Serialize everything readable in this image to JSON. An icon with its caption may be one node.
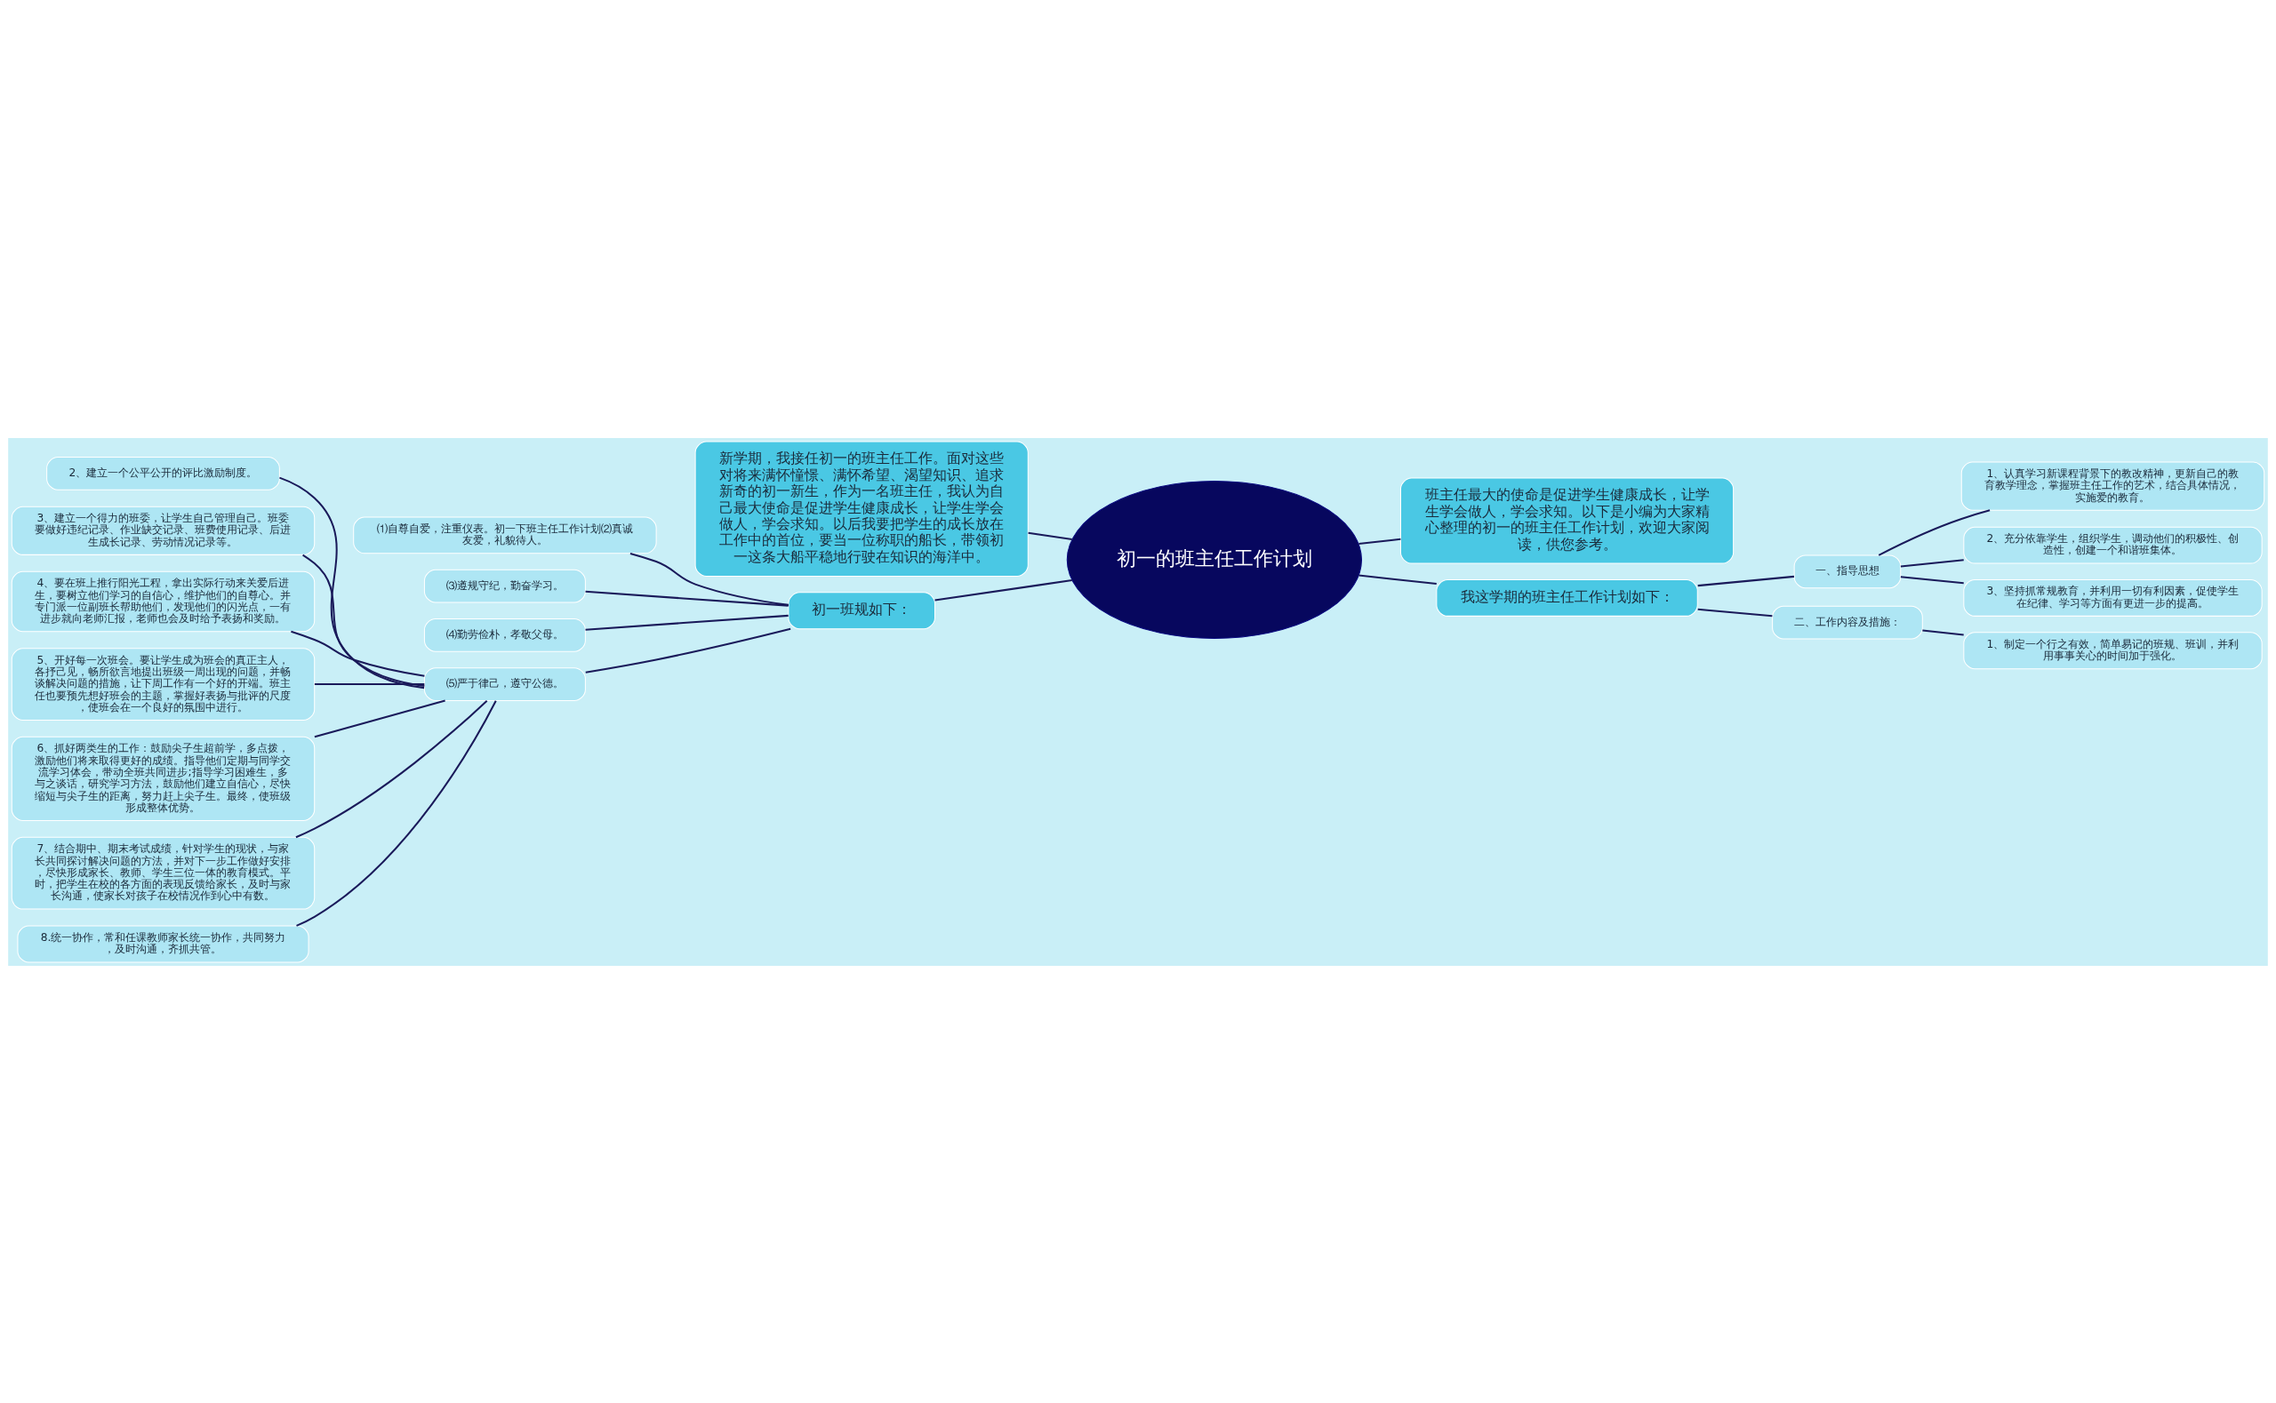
{
  "diagram": {
    "nodes": [
      {
        "text": [
          "初一的班主任工作计划"
        ]
      },
      {
        "text": [
          "新学期，我接任初一的班主任工作。面对这些对将来满怀憧憬、满怀希望、渴望知识、追求新奇的初一新生，作为一名班主任，我认为自己最大使命是促进学生健康成长，让学生学会做人，学会求知。以后我要把学生的成长放在工作中的首位，要当一位称职的船长，带领初一这条大船平稳地行驶在知识的海洋中。"
        ]
      },
      {
        "text": [
          "初一班规如下："
        ]
      },
      {
        "text": [
          "⑴自尊自爱，注重仪表。初一下班主任工作计划⑵真诚友爱，礼貌待人。"
        ]
      },
      {
        "text": [
          "⑶遵规守纪，勤奋学习。"
        ]
      },
      {
        "text": [
          "⑷勤劳俭朴，孝敬父母。"
        ]
      },
      {
        "text": [
          "⑸严于律己，遵守公德。"
        ]
      },
      {
        "text": [
          "2、建立一个公平公开的评比激励制度。"
        ]
      },
      {
        "text": [
          "3、建立一个得力的班委，让学生自己管理自己。班委要做好违纪记录、作业缺交记录、班费使用记录、后进生成长记录、劳动情况记录等。"
        ]
      },
      {
        "text": [
          "4、要在班上推行阳光工程，拿出实际行动来关爱后进生，要树立他们学习的自信心，维护他们的自尊心。并专门派一位副班长帮助他们，发现他们的闪光点，一有进步就向老师汇报，老师也会及时给予表扬和奖励。"
        ]
      },
      {
        "text": [
          "5、开好每一次班会。要让学生成为班会的真正主人，各抒己见，畅所欲言地提出班级一周出现的问题，并畅谈解决问题的措施，让下周工作有一个好的开端。班主任也要预先想好班会的主题，掌握好表扬与批评的尺度，使班会在一个良好的氛围中进行。"
        ]
      },
      {
        "text": [
          "6、抓好两类生的工作：鼓励尖子生超前学，多点拨，激励他们将来取得更好的成绩。指导他们定期与同学交流学习体会，带动全班共同进步;指导学习困难生，多与之谈话，研究学习方法，鼓励他们建立自信心，尽快缩短与尖子生的距离，努力赶上尖子生。最终，使班级形成整体优势。"
        ]
      },
      {
        "text": [
          "7、结合期中、期末考试成绩，针对学生的现状，与家长共同探讨解决问题的方法，并对下一步工作做好安排，尽快形成家长、教师、学生三位一体的教育模式。平时，把学生在校的各方面的表现反馈给家长，及时与家长沟通，使家长对孩子在校情况作到心中有数。"
        ]
      },
      {
        "text": [
          "8.统一协作，常和任课教师家长统一协作，共同努力，及时沟通，齐抓共管。"
        ]
      },
      {
        "text": [
          "班主任最大的使命是促进学生健康成长，让学生学会做人，学会求知。以下是小编为大家精心整理的初一的班主任工作计划，欢迎大家阅读，供您参考。"
        ]
      },
      {
        "text": [
          "我这学期的班主任工作计划如下："
        ]
      },
      {
        "text": [
          "一、指导思想"
        ]
      },
      {
        "text": [
          "1、认真学习新课程背景下的教改精神，更新自己的教育教学理念，掌握班主任工作的艺术，结合具体情况，实施爱的教育。"
        ]
      },
      {
        "text": [
          "2、充分依靠学生，组织学生，调动他们的积极性、创造性，创建一个和谐班集体。"
        ]
      },
      {
        "text": [
          "3、坚持抓常规教育，并利用一切有利因素，促使学生在纪律、学习等方面有更进一步的提高。"
        ]
      },
      {
        "text": [
          "二、工作内容及措施："
        ]
      },
      {
        "text": [
          "1、制定一个行之有效，简单易记的班规、班训，并利用事事关心的时间加于强化。"
        ]
      }
    ],
    "edges": [
      {
        "from": 0,
        "to": 1,
        "arrow": "none"
      },
      {
        "from": 0,
        "to": 2,
        "arrow": "none"
      },
      {
        "from": 2,
        "to": 3,
        "arrow": "none"
      },
      {
        "from": 2,
        "to": 4,
        "arrow": "none"
      },
      {
        "from": 2,
        "to": 5,
        "arrow": "none"
      },
      {
        "from": 2,
        "to": 6,
        "arrow": "none"
      },
      {
        "from": 6,
        "to": 7,
        "arrow": "none"
      },
      {
        "from": 6,
        "to": 8,
        "arrow": "none"
      },
      {
        "from": 6,
        "to": 9,
        "arrow": "none"
      },
      {
        "from": 6,
        "to": 10,
        "arrow": "none"
      },
      {
        "from": 6,
        "to": 11,
        "arrow": "none"
      },
      {
        "from": 6,
        "to": 12,
        "arrow": "none"
      },
      {
        "from": 6,
        "to": 13,
        "arrow": "none"
      },
      {
        "from": 0,
        "to": 14,
        "arrow": "none"
      },
      {
        "from": 0,
        "to": 15,
        "arrow": "none"
      },
      {
        "from": 15,
        "to": 16,
        "arrow": "none"
      },
      {
        "from": 16,
        "to": 17,
        "arrow": "none"
      },
      {
        "from": 16,
        "to": 18,
        "arrow": "none"
      },
      {
        "from": 16,
        "to": 19,
        "arrow": "none"
      },
      {
        "from": 15,
        "to": 20,
        "arrow": "none"
      },
      {
        "from": 20,
        "to": 21,
        "arrow": "none"
      }
    ]
  }
}
